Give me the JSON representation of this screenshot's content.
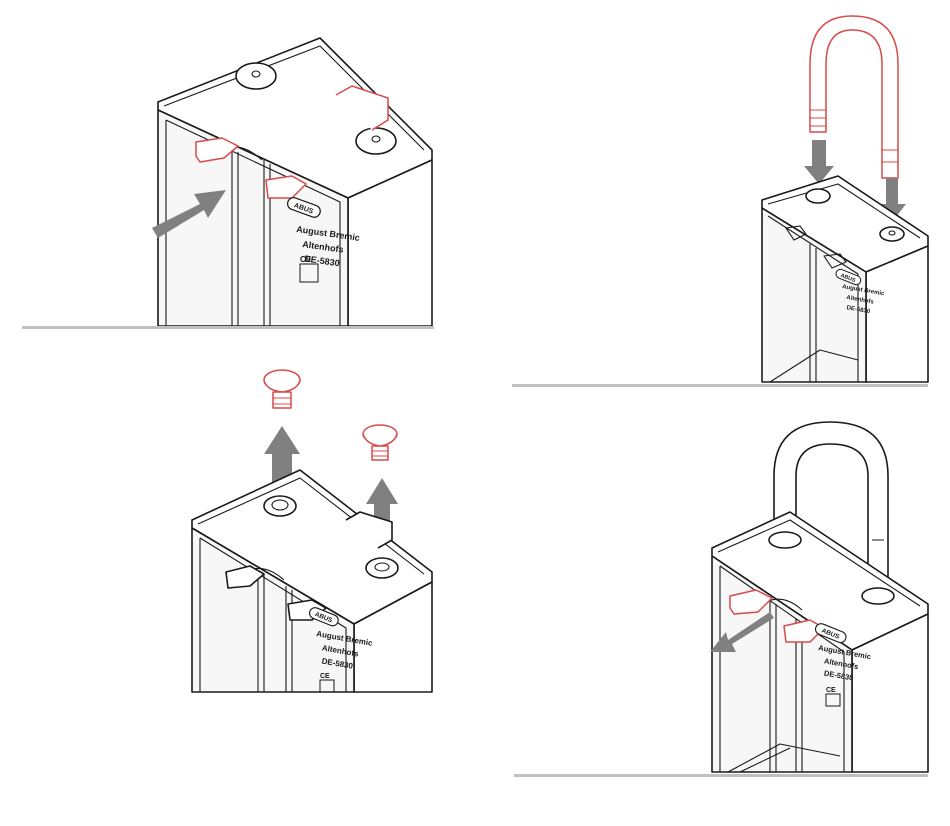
{
  "figure": {
    "colors": {
      "line": "#1a1a1a",
      "highlight": "#d94a4a",
      "arrow": "#808080",
      "separator": "#c0c0c0",
      "background": "#ffffff"
    },
    "icons": [
      "lock-box",
      "shackle",
      "plug",
      "direction-arrow"
    ],
    "label": {
      "brand": "ABUS",
      "line1": "August Bremic",
      "line2": "Altenhofs",
      "line3": "DE-5830",
      "ce": "CE"
    },
    "panels": [
      {
        "id": "top-left",
        "step": "push-slider"
      },
      {
        "id": "top-right",
        "step": "insert-shackle"
      },
      {
        "id": "bottom-left",
        "step": "remove-plugs"
      },
      {
        "id": "bottom-right",
        "step": "slide-back"
      }
    ]
  }
}
